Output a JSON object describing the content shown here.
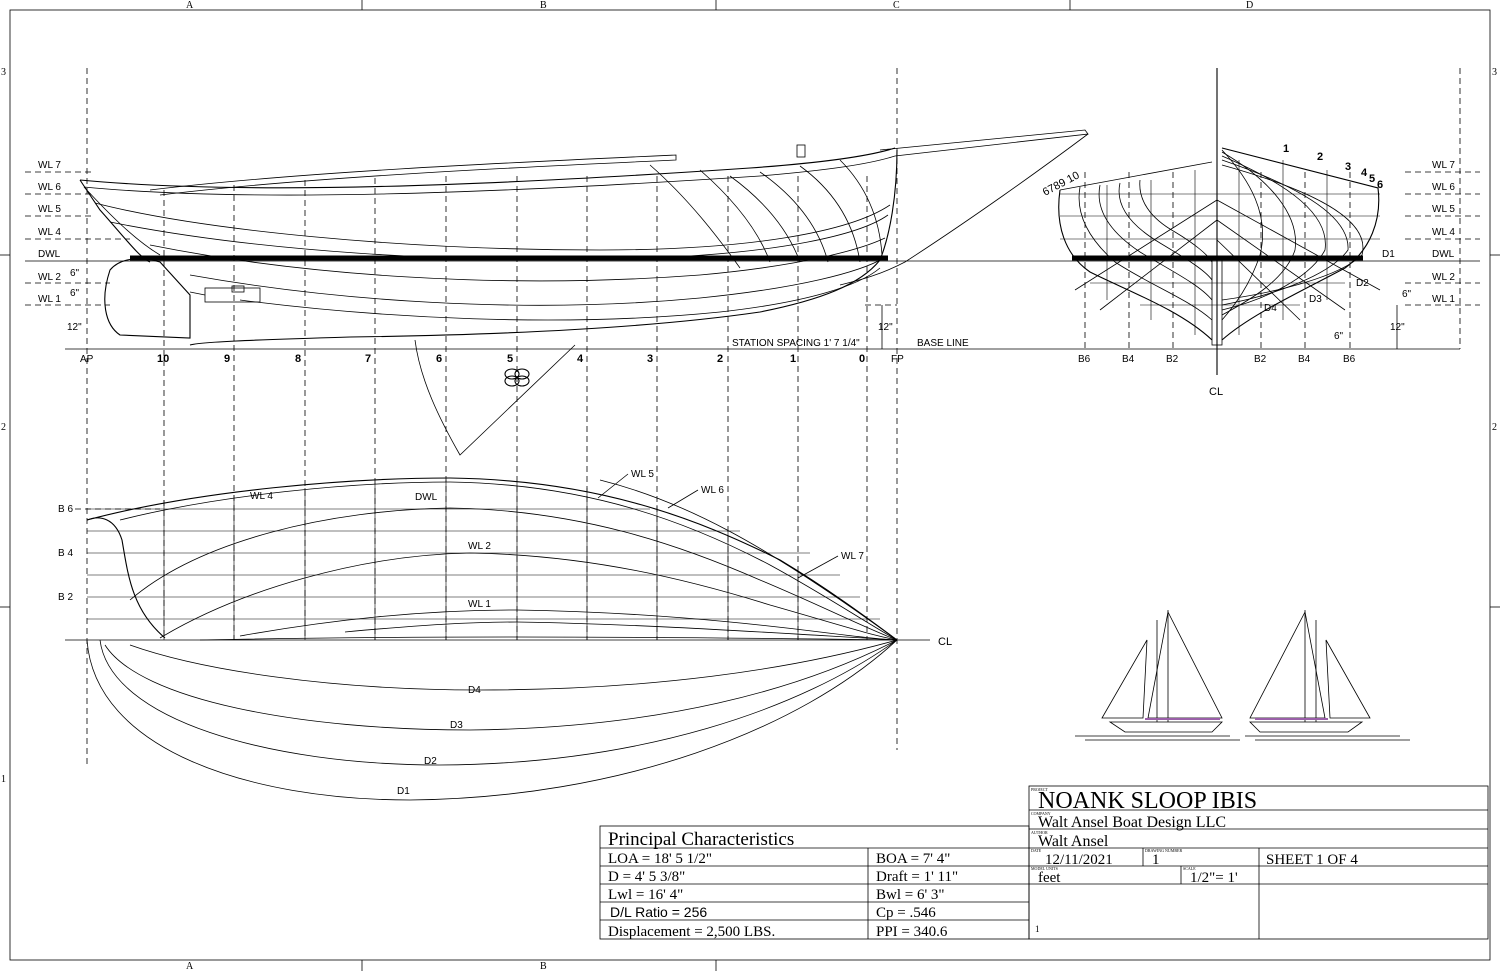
{
  "border": {
    "top_columns": [
      "A",
      "B",
      "C",
      "D"
    ],
    "bottom_columns": [
      "A",
      "B"
    ],
    "left_rows": [
      "3",
      "2",
      "1"
    ],
    "right_rows": [
      "3",
      "2"
    ]
  },
  "profile": {
    "waterlines": [
      "WL 7",
      "WL 6",
      "WL 5",
      "WL 4",
      "DWL",
      "WL 2",
      "WL 1"
    ],
    "stations": [
      "AP",
      "10",
      "9",
      "8",
      "7",
      "6",
      "5",
      "4",
      "3",
      "2",
      "1",
      "0",
      "FP"
    ],
    "station_spacing": "STATION SPACING  1'  7 1/4\"",
    "base_line": "BASE LINE",
    "dim_12_left": "12\"",
    "dim_12_right": "12\"",
    "dim_6_a": "6\"",
    "dim_6_b": "6\""
  },
  "body_plan": {
    "waterlines": [
      "WL 7",
      "WL 6",
      "WL 5",
      "WL 4",
      "DWL",
      "WL 2",
      "WL 1"
    ],
    "aft_stations": "6789 10",
    "fwd_stations": [
      "1",
      "2",
      "3",
      "4",
      "5",
      "6"
    ],
    "diagonals": [
      "D1",
      "D2",
      "D3",
      "D4"
    ],
    "buttocks_left": [
      "B6",
      "B4",
      "B2"
    ],
    "buttocks_right": [
      "B2",
      "B4",
      "B6"
    ],
    "cl": "CL",
    "dim_6_right": "6\"",
    "dim_6_bottom": "6\"",
    "dim_12": "12\""
  },
  "plan_view": {
    "buttocks": [
      "B 6",
      "B 4",
      "B 2"
    ],
    "waterlines": [
      "WL 4",
      "DWL",
      "WL 2",
      "WL 1",
      "WL 5",
      "WL 6",
      "WL 7"
    ],
    "diagonals": [
      "D4",
      "D3",
      "D2",
      "D1"
    ],
    "cl": "CL"
  },
  "title_block": {
    "project_caption": "PROJECT",
    "project": "NOANK SLOOP     IBIS",
    "company_caption": "COMPANY",
    "company": "Walt Ansel Boat Design LLC",
    "author_caption": "AUTHOR",
    "author": "Walt Ansel",
    "date_caption": "DATE",
    "date": "12/11/2021",
    "drawing_number_caption": "DRAWING NUMBER",
    "drawing_number": "1",
    "sheet": "SHEET 1 OF 4",
    "units_caption": "MODEL UNITS",
    "units": "feet",
    "scale_caption": "SCALE",
    "scale": "1/2\"= 1'",
    "revision": "1"
  },
  "principal_characteristics": {
    "title": "Principal Characteristics",
    "rows": [
      [
        "LOA = 18' 5 1/2\"",
        "BOA = 7' 4\""
      ],
      [
        "D = 4' 5 3/8\"",
        "Draft = 1' 11\""
      ],
      [
        "Lwl = 16' 4\"",
        "Bwl = 6' 3\""
      ],
      [
        "D/L Ratio = 256",
        "Cp = .546"
      ],
      [
        "Displacement = 2,500 LBS.",
        "PPI = 340.6"
      ]
    ]
  }
}
